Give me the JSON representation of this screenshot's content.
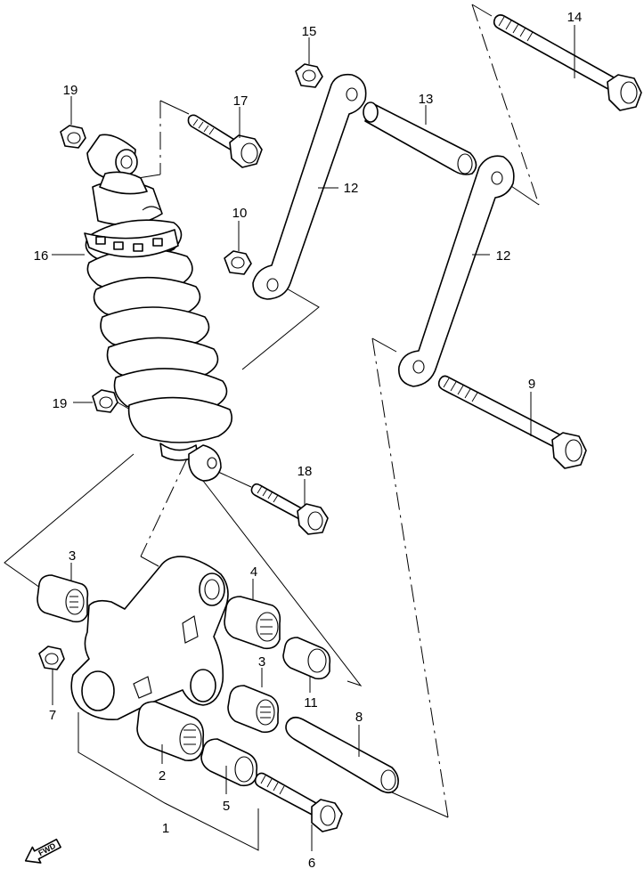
{
  "callouts": {
    "c1": "1",
    "c2": "2",
    "c3a": "3",
    "c3b": "3",
    "c4": "4",
    "c5": "5",
    "c6": "6",
    "c7": "7",
    "c8": "8",
    "c9": "9",
    "c10": "10",
    "c11": "11",
    "c12a": "12",
    "c12b": "12",
    "c13": "13",
    "c14": "14",
    "c15": "15",
    "c16": "16",
    "c17": "17",
    "c18": "18",
    "c19a": "19",
    "c19b": "19"
  },
  "fwd_label": "FWD"
}
